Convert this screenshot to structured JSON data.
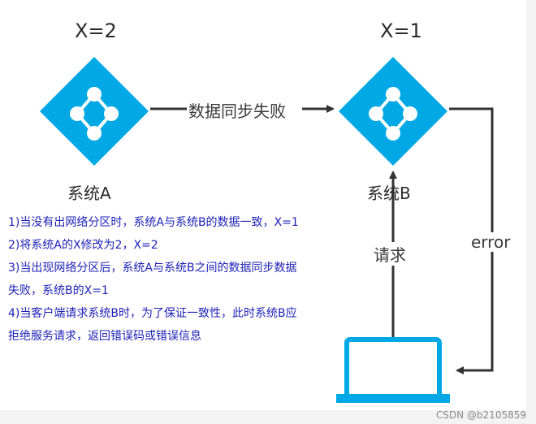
{
  "nodes": {
    "system_a": {
      "label": "系统A",
      "value": "X=2"
    },
    "system_b": {
      "label": "系统B",
      "value": "X=1"
    }
  },
  "edges": {
    "sync": "数据同步失败",
    "request": "请求",
    "error": "error"
  },
  "notes": [
    "1)当没有出网络分区时，系统A与系统B的数据一致，X=1",
    "2)将系统A的X修改为2，X=2",
    "3)当出现网络分区后，系统A与系统B之间的数据同步数据",
    "失败，系统B的X=1",
    "4)当客户端请求系统B时，为了保证一致性，此时系统B应",
    "拒绝服务请求，返回错误码或错误信息"
  ],
  "watermark": "CSDN @b2105859",
  "colors": {
    "accent": "#00a9e6",
    "arrow": "#333333",
    "note_text": "#1d1fb6"
  },
  "icons": {
    "node": "network-node-diamond-icon",
    "client": "laptop-icon"
  }
}
